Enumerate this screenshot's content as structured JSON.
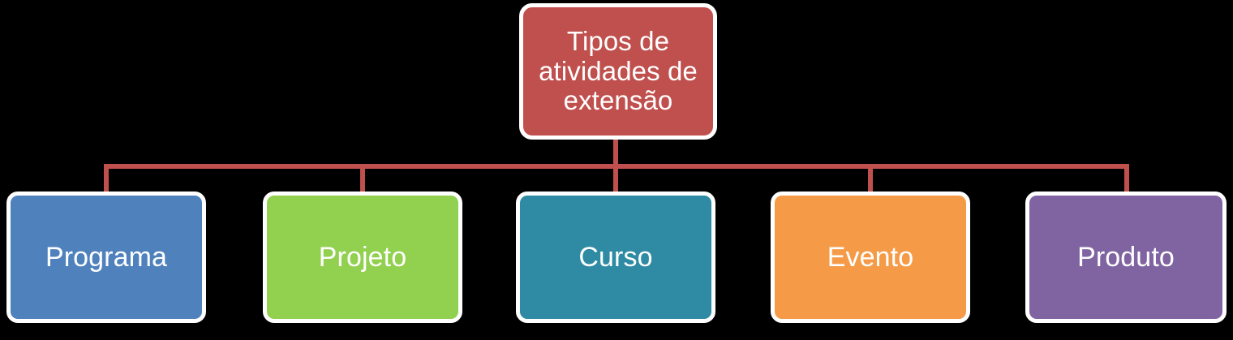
{
  "diagram": {
    "type": "organizational-tree",
    "background_color": "#000000",
    "connector_color": "#C0504D",
    "node_border_color": "#FFFFFF",
    "text_color": "#FFFFFF",
    "root": {
      "label": "Tipos de atividades de extensão",
      "color": "#C0504D"
    },
    "children": [
      {
        "label": "Programa",
        "color": "#4F81BD"
      },
      {
        "label": "Projeto",
        "color": "#92D050"
      },
      {
        "label": "Curso",
        "color": "#2E8BA3"
      },
      {
        "label": "Evento",
        "color": "#F59B48"
      },
      {
        "label": "Produto",
        "color": "#8064A2"
      }
    ]
  }
}
